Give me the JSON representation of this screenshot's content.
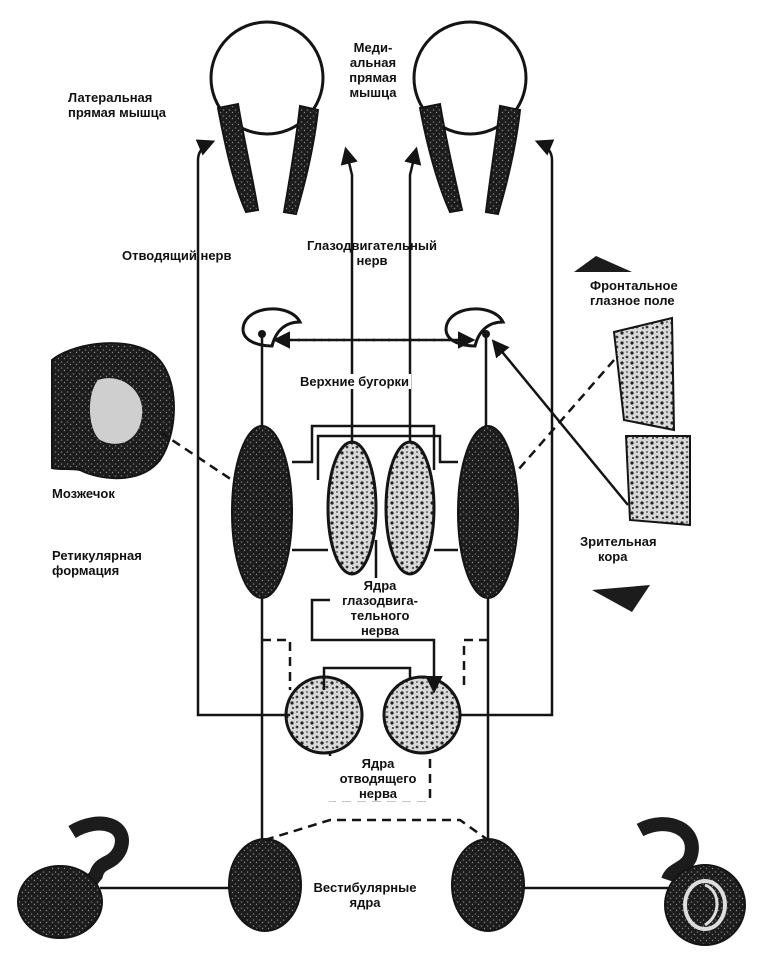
{
  "colors": {
    "ink": "#141414",
    "shade": "#3a3a3a",
    "paper": "#ffffff"
  },
  "labels": {
    "lateral_rectus": [
      "Латеральная",
      "прямая мышца"
    ],
    "medial_rectus": [
      "Меди-",
      "альная",
      "прямая",
      "мышца"
    ],
    "abducens_nerve": "Отводящий нерв",
    "oculomotor_nerve": [
      "Глазодвигательный",
      "нерв"
    ],
    "frontal_eye_field": [
      "Фронтальное",
      "глазное поле"
    ],
    "superior_colliculi": "Верхние бугорки",
    "cerebellum": "Мозжечок",
    "reticular_formation": [
      "Ретикулярная",
      "формация"
    ],
    "oculomotor_nuclei": [
      "Ядра",
      "глазодвига-",
      "тельного",
      "нерва"
    ],
    "visual_cortex": [
      "Зрительная",
      "кора"
    ],
    "abducens_nuclei": [
      "Ядра",
      "отводящего",
      "нерва"
    ],
    "vestibular_nuclei": [
      "Вестибулярные",
      "ядра"
    ]
  }
}
